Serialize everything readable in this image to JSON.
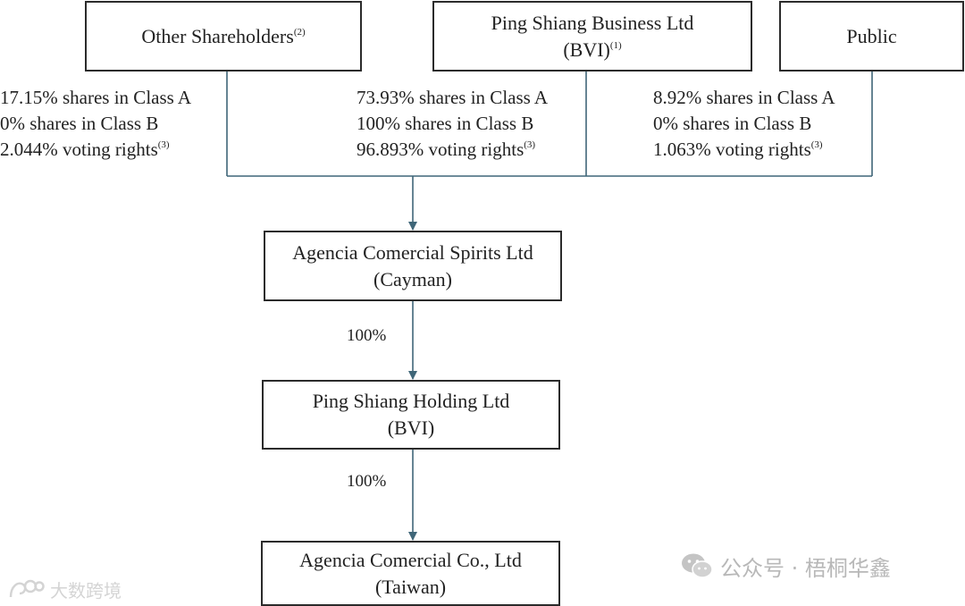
{
  "boxes": {
    "other_shareholders": {
      "line1": "Other Shareholders",
      "sup": "(2)"
    },
    "ping_shiang_business": {
      "line1": "Ping Shiang Business Ltd",
      "line2": "(BVI)",
      "sup": "(1)"
    },
    "public": {
      "line1": "Public"
    },
    "agencia_spirits": {
      "line1": "Agencia Comercial Spirits Ltd",
      "line2": "(Cayman)"
    },
    "ping_shiang_holding": {
      "line1": "Ping Shiang Holding Ltd",
      "line2": "(BVI)"
    },
    "agencia_co": {
      "line1": "Agencia Comercial Co., Ltd",
      "line2": "(Taiwan)"
    }
  },
  "holdings": {
    "other": {
      "class_a": "17.15% shares in Class A",
      "class_b": "0% shares in Class B",
      "voting": "2.044% voting rights",
      "sup": "(3)"
    },
    "ping_shiang": {
      "class_a": "73.93% shares in Class A",
      "class_b": "100% shares in Class B",
      "voting": "96.893% voting rights",
      "sup": "(3)"
    },
    "public": {
      "class_a": "8.92% shares in Class A",
      "class_b": "0% shares in Class B",
      "voting": "1.063% voting rights",
      "sup": "(3)"
    }
  },
  "ownership": {
    "spirits_to_holding": "100%",
    "holding_to_co": "100%"
  },
  "watermarks": {
    "right": {
      "icon": "wechat-icon",
      "text": "公众号 · 梧桐华鑫"
    },
    "left": {
      "icon": "logo-icon",
      "text": "大数跨境"
    }
  },
  "colors": {
    "connector": "#3f6678",
    "border": "#2b2b2b",
    "watermark": "#b8b8b8"
  }
}
